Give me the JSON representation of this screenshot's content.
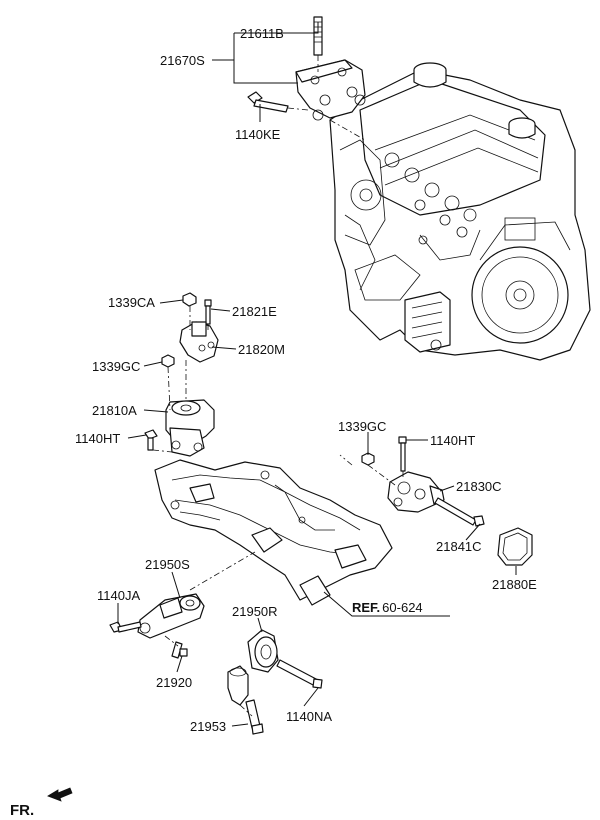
{
  "labels": {
    "p21611B": "21611B",
    "p21670S": "21670S",
    "p1140KE": "1140KE",
    "p1339CA": "1339CA",
    "p21821E": "21821E",
    "p21820M": "21820M",
    "p1339GC_left": "1339GC",
    "p21810A": "21810A",
    "p1140HT_left": "1140HT",
    "p1339GC_right": "1339GC",
    "p1140HT_right": "1140HT",
    "p21830C": "21830C",
    "p21841C": "21841C",
    "p21880E": "21880E",
    "p21950S": "21950S",
    "p1140JA": "1140JA",
    "p21920": "21920",
    "p21950R": "21950R",
    "p1140NA": "1140NA",
    "p21953": "21953"
  },
  "reference": {
    "prefix": "REF.",
    "code": "60-624"
  },
  "direction": {
    "label": "FR."
  }
}
